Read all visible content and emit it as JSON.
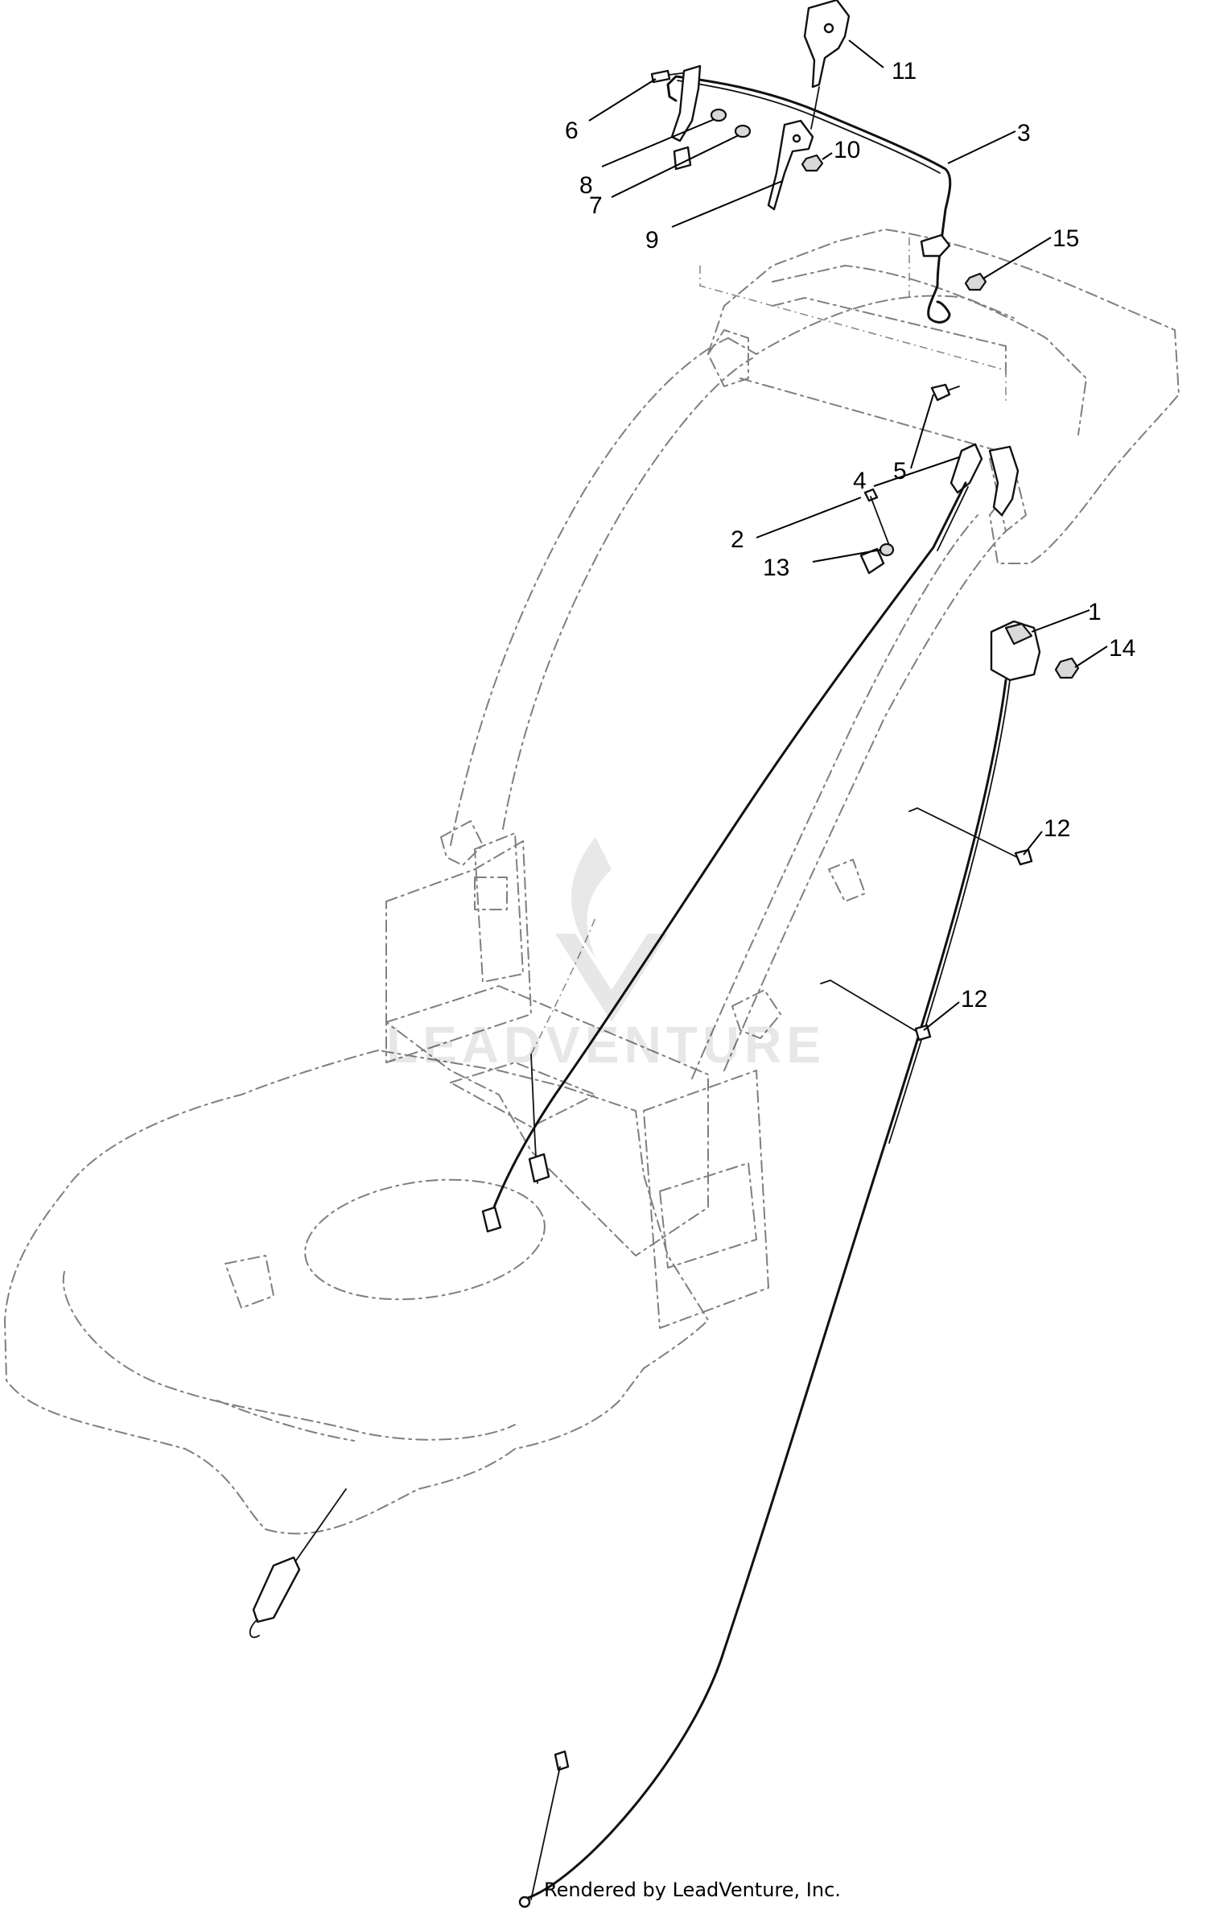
{
  "callouts": [
    {
      "label": "1",
      "name": "callout-1"
    },
    {
      "label": "2",
      "name": "callout-2"
    },
    {
      "label": "3",
      "name": "callout-3"
    },
    {
      "label": "4",
      "name": "callout-4"
    },
    {
      "label": "5",
      "name": "callout-5"
    },
    {
      "label": "6",
      "name": "callout-6"
    },
    {
      "label": "7",
      "name": "callout-7"
    },
    {
      "label": "8",
      "name": "callout-8"
    },
    {
      "label": "9",
      "name": "callout-9"
    },
    {
      "label": "10",
      "name": "callout-10"
    },
    {
      "label": "11",
      "name": "callout-11"
    },
    {
      "label": "12",
      "name": "callout-12a"
    },
    {
      "label": "12",
      "name": "callout-12b"
    },
    {
      "label": "13",
      "name": "callout-13"
    },
    {
      "label": "14",
      "name": "callout-14"
    },
    {
      "label": "15",
      "name": "callout-15"
    }
  ],
  "watermark": "LEADVENTURE",
  "footer": "Rendered by LeadVenture, Inc.",
  "colors": {
    "line": "#111111",
    "ghost": "#7f7f7f",
    "background": "#ffffff"
  }
}
